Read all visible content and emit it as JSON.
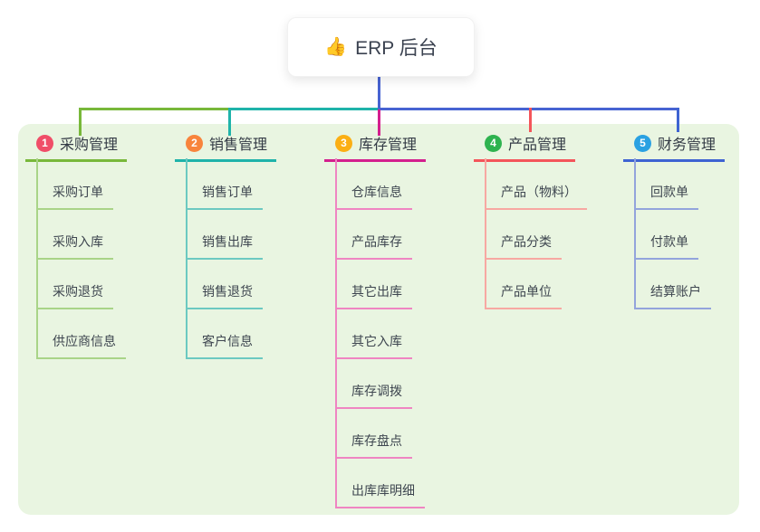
{
  "root": {
    "icon": "👍",
    "title": "ERP 后台"
  },
  "colors": {
    "trunk_blue": "#4763d2",
    "panel_bg": "#e9f5e1"
  },
  "branches": [
    {
      "num": "1",
      "label": "采购管理",
      "badge_color": "#f04e68",
      "line_color": "#78b83a",
      "child_line_color": "#a9d488",
      "children": [
        "采购订单",
        "采购入库",
        "采购退货",
        "供应商信息"
      ]
    },
    {
      "num": "2",
      "label": "销售管理",
      "badge_color": "#f8843c",
      "line_color": "#1fb3aa",
      "child_line_color": "#6cc9c1",
      "children": [
        "销售订单",
        "销售出库",
        "销售退货",
        "客户信息"
      ]
    },
    {
      "num": "3",
      "label": "库存管理",
      "badge_color": "#fbaf14",
      "line_color": "#d41f8e",
      "child_line_color": "#ef85c2",
      "children": [
        "仓库信息",
        "产品库存",
        "其它出库",
        "其它入库",
        "库存调拨",
        "库存盘点",
        "出库库明细"
      ]
    },
    {
      "num": "4",
      "label": "产品管理",
      "badge_color": "#2eb34f",
      "line_color": "#f4555a",
      "child_line_color": "#f7a8a2",
      "children": [
        "产品（物料）",
        "产品分类",
        "产品单位"
      ]
    },
    {
      "num": "5",
      "label": "财务管理",
      "badge_color": "#2aa1e2",
      "line_color": "#3e63d2",
      "child_line_color": "#93a4dc",
      "children": [
        "回款单",
        "付款单",
        "结算账户"
      ]
    }
  ]
}
